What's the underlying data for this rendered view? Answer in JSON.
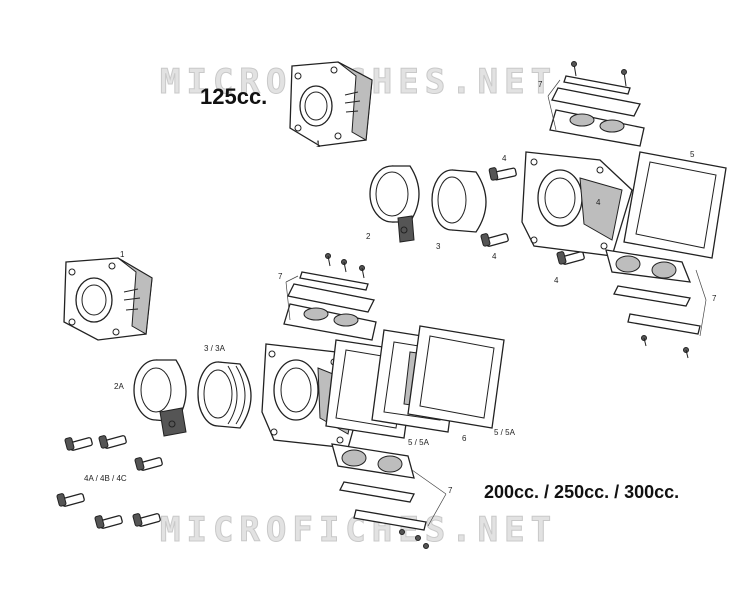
{
  "watermark": "MICROFICHES.NET",
  "variant_small": "125cc.",
  "variant_large": "200cc. / 250cc. / 300cc.",
  "callouts": {
    "c1_top": "1",
    "c1_left": "1",
    "c2": "2",
    "c2a": "2A",
    "c3": "3",
    "c3_3a": "3 / 3A",
    "c4_a": "4",
    "c4_b": "4",
    "c4_c": "4",
    "c4_d": "4",
    "c4a_4b_4c": "4A / 4B / 4C",
    "c5": "5",
    "c5_5a_a": "5 / 5A",
    "c5_5a_b": "5 / 5A",
    "c6": "6",
    "c7_top": "7",
    "c7_right": "7",
    "c7_mid": "7",
    "c7_bottom": "7"
  }
}
